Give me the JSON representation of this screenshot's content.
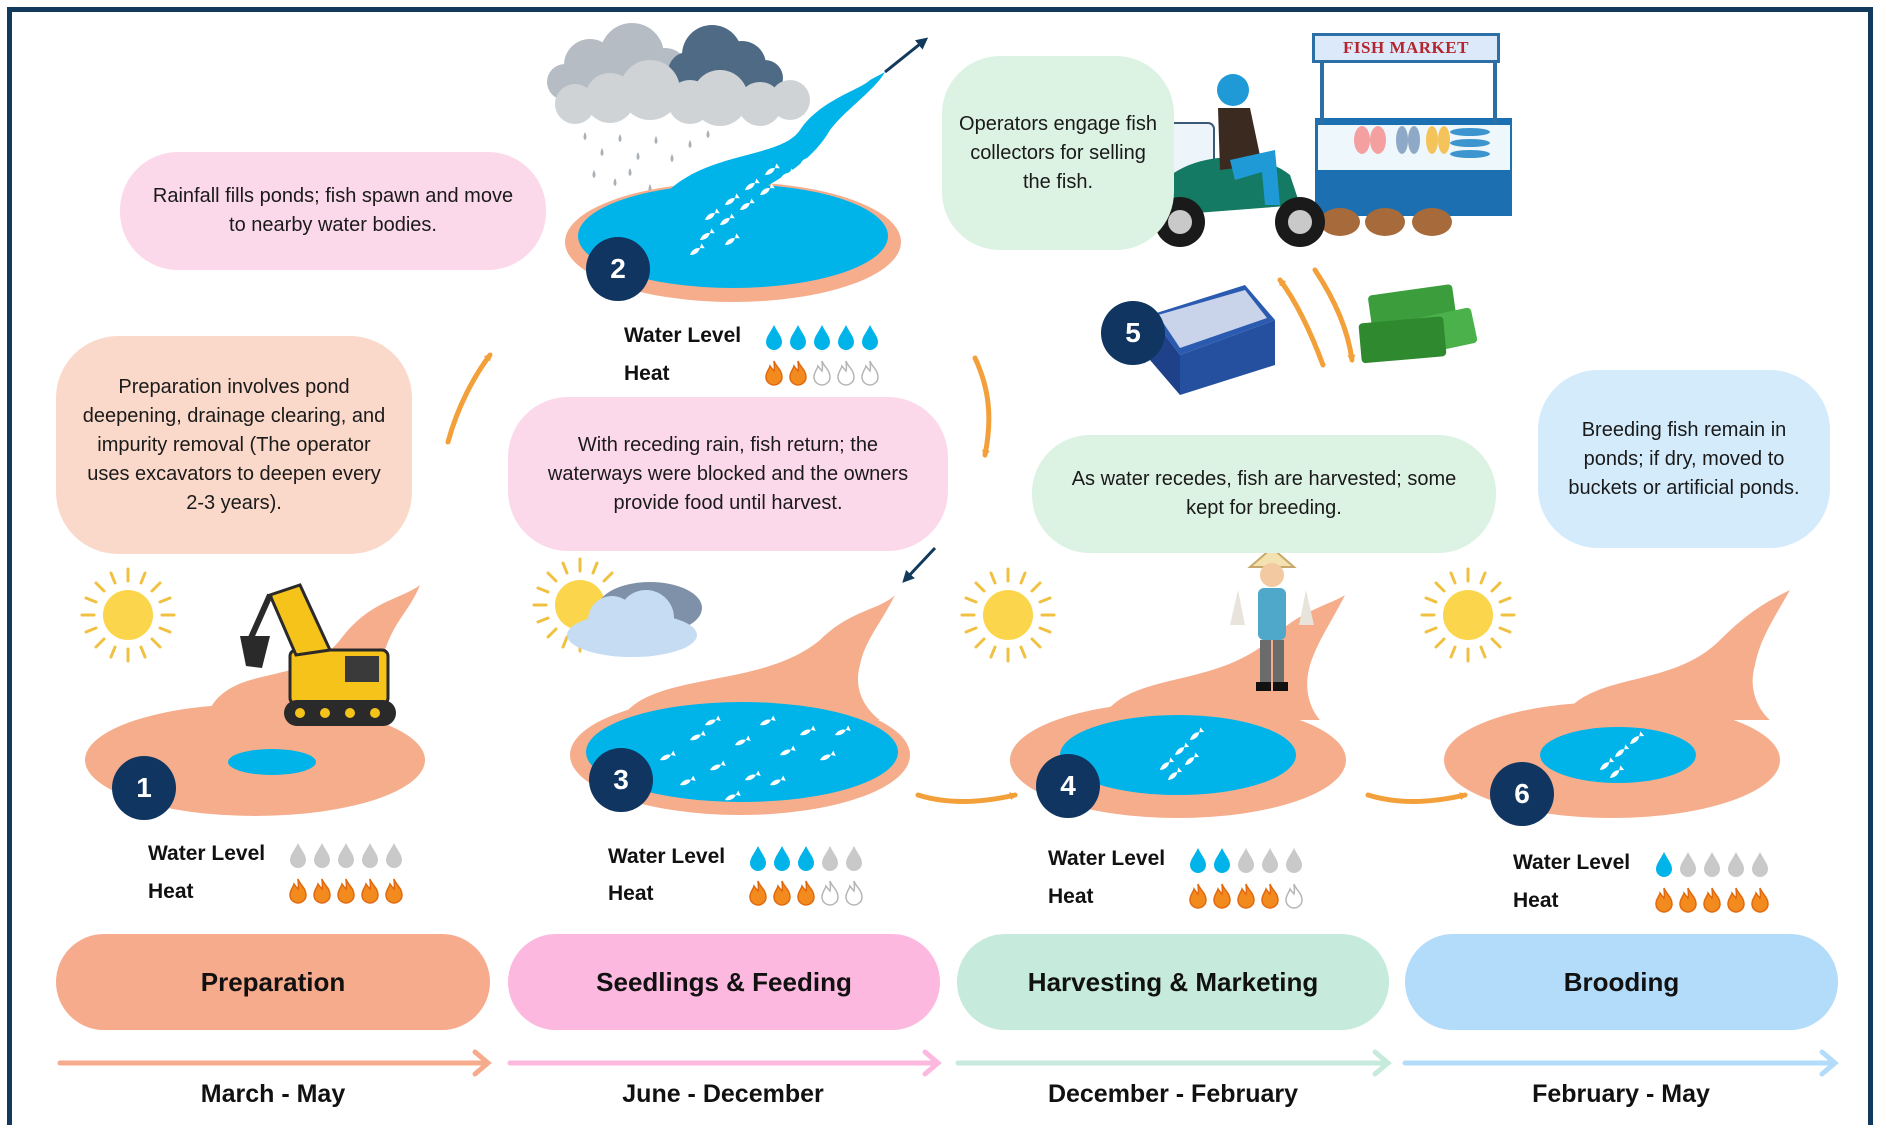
{
  "diagram": {
    "colors": {
      "frame": "#123a5c",
      "preparation": "#f7ab8d",
      "seedlings": "#fcb8df",
      "harvesting": "#c6eadb",
      "brooding": "#b2dcfa",
      "water": "#00b4ea",
      "mud": "#f5ad8c",
      "arrow": "#f3a03a",
      "badge": "#0f3560"
    },
    "notes": {
      "rainfall": "Rainfall fills ponds; fish spawn and move to nearby water bodies.",
      "preparation": "Preparation involves pond deepening, drainage clearing, and impurity removal (The operator uses excavators to deepen every 2-3 years).",
      "receding": "With receding rain, fish return; the waterways were blocked and the owners provide food until harvest.",
      "collectors": "Operators engage fish collectors for selling the fish.",
      "harvest": "As water recedes, fish are harvested; some kept for breeding.",
      "breeding": "Breeding fish remain in ponds; if dry, moved to buckets or artificial ponds."
    },
    "market_sign": "FISH MARKET",
    "steps": [
      {
        "number": "1",
        "water_level": 0,
        "heat": 5
      },
      {
        "number": "2",
        "water_level": 5,
        "heat": 2
      },
      {
        "number": "3",
        "water_level": 3,
        "heat": 3
      },
      {
        "number": "4",
        "water_level": 2,
        "heat": 4
      },
      {
        "number": "5"
      },
      {
        "number": "6",
        "water_level": 1,
        "heat": 5
      }
    ],
    "indicator_labels": {
      "water": "Water Level",
      "heat": "Heat"
    },
    "phases": [
      {
        "name": "Preparation",
        "months": "March - May"
      },
      {
        "name": "Seedlings & Feeding",
        "months": "June - December"
      },
      {
        "name": "Harvesting & Marketing",
        "months": "December - February"
      },
      {
        "name": "Brooding",
        "months": "February - May"
      }
    ],
    "icons": [
      "sun-icon",
      "cloud-icon",
      "rain-cloud-icon",
      "excavator-icon",
      "motorbike-rider-icon",
      "fish-market-stall-icon",
      "fish-crate-icon",
      "money-icon",
      "farmer-icon",
      "fish-school-icon",
      "water-drop-icon",
      "flame-icon"
    ]
  }
}
